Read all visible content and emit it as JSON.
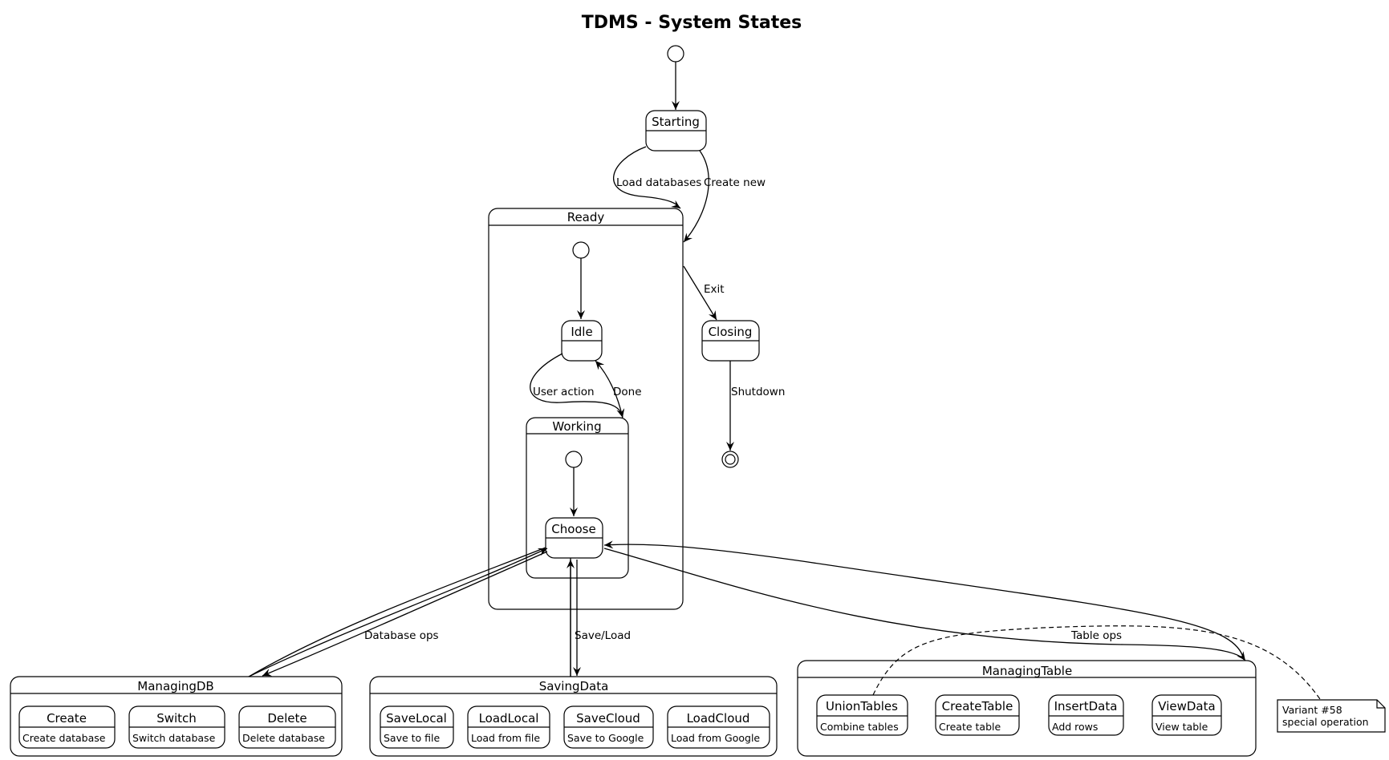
{
  "title": "TDMS - System States",
  "states": {
    "starting": "Starting",
    "ready": "Ready",
    "idle": "Idle",
    "working": "Working",
    "choose": "Choose",
    "closing": "Closing"
  },
  "transitions": {
    "load_databases": "Load databases",
    "create_new": "Create new",
    "exit": "Exit",
    "shutdown": "Shutdown",
    "user_action": "User action",
    "done": "Done",
    "database_ops": "Database ops",
    "save_load": "Save/Load",
    "table_ops": "Table ops"
  },
  "managing_db": {
    "name": "ManagingDB",
    "substates": [
      {
        "name": "Create",
        "action": "Create database"
      },
      {
        "name": "Switch",
        "action": "Switch database"
      },
      {
        "name": "Delete",
        "action": "Delete database"
      }
    ]
  },
  "saving_data": {
    "name": "SavingData",
    "substates": [
      {
        "name": "SaveLocal",
        "action": "Save to file"
      },
      {
        "name": "LoadLocal",
        "action": "Load from file"
      },
      {
        "name": "SaveCloud",
        "action": "Save to Google"
      },
      {
        "name": "LoadCloud",
        "action": "Load from Google"
      }
    ]
  },
  "managing_table": {
    "name": "ManagingTable",
    "substates": [
      {
        "name": "UnionTables",
        "action": "Combine tables"
      },
      {
        "name": "CreateTable",
        "action": "Create table"
      },
      {
        "name": "InsertData",
        "action": "Add rows"
      },
      {
        "name": "ViewData",
        "action": "View table"
      }
    ]
  },
  "note": {
    "line1": "Variant #58",
    "line2": "special operation"
  }
}
